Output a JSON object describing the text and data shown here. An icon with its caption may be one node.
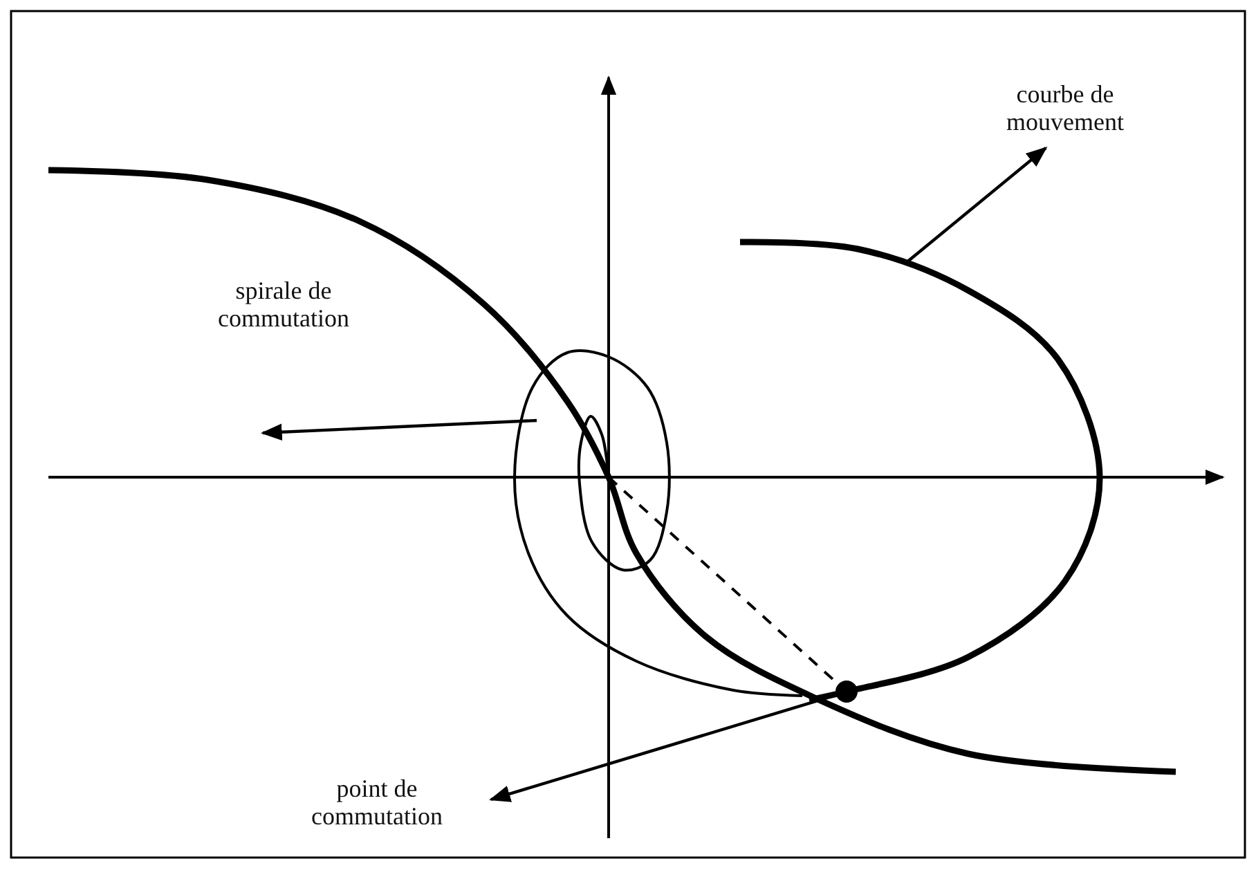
{
  "diagram": {
    "nodes": [
      {
        "text": [
          "courbe de mouvement"
        ]
      },
      {
        "text": [
          "spirale de commutation"
        ]
      },
      {
        "text": [
          "point de commutation"
        ]
      },
      {
        "text": [],
        "shape": "circle"
      }
    ],
    "edges": [
      {
        "from": null,
        "to": 0,
        "arrow": "to"
      },
      {
        "from": null,
        "to": 1,
        "arrow": "to"
      },
      {
        "from": 3,
        "to": 2,
        "arrow": "to"
      }
    ]
  }
}
